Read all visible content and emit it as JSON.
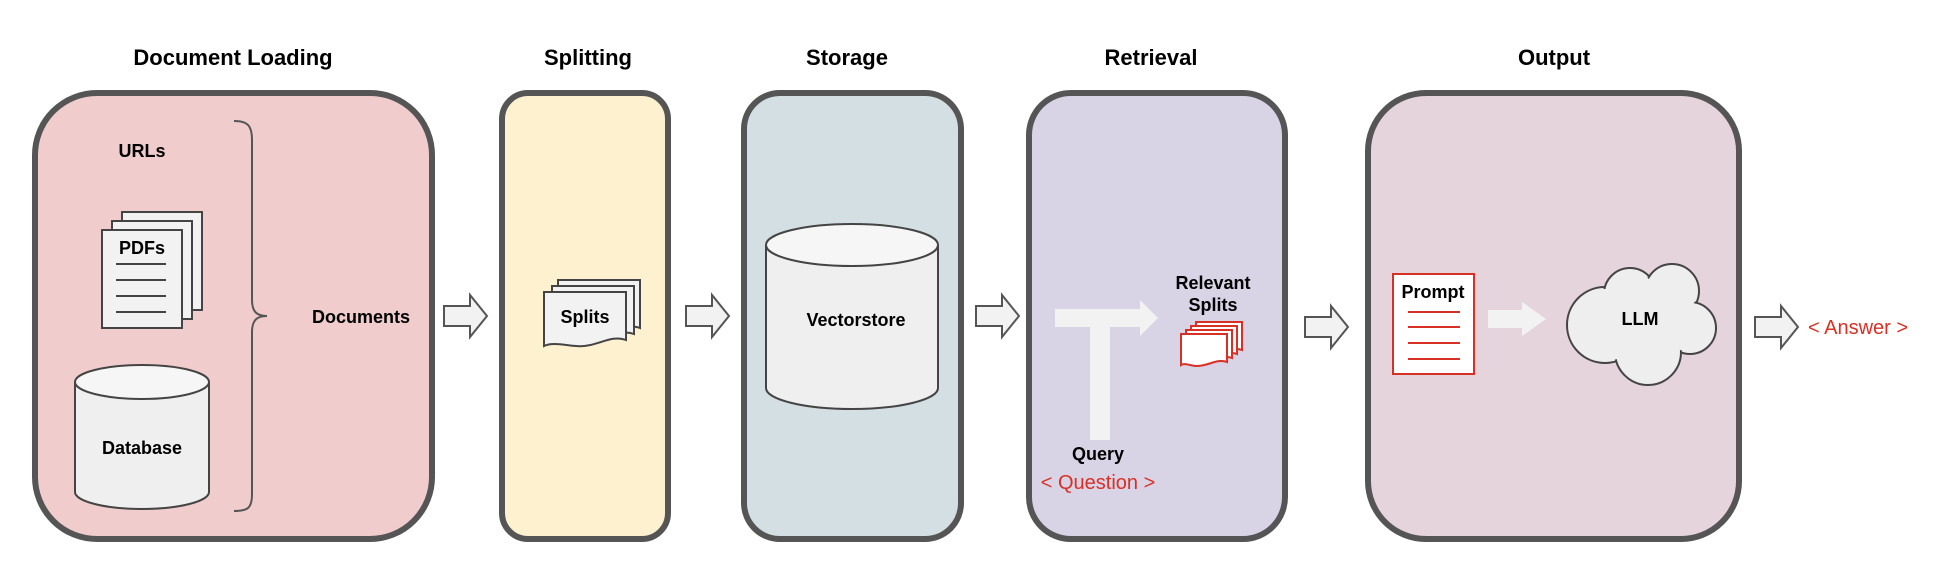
{
  "stages": {
    "loading": {
      "title": "Document Loading",
      "urls": "URLs",
      "pdfs": "PDFs",
      "database": "Database",
      "documents": "Documents"
    },
    "splitting": {
      "title": "Splitting",
      "splits": "Splits"
    },
    "storage": {
      "title": "Storage",
      "vectorstore": "Vectorstore"
    },
    "retrieval": {
      "title": "Retrieval",
      "relevant_line1": "Relevant",
      "relevant_line2": "Splits",
      "query": "Query",
      "question": "< Question >"
    },
    "output": {
      "title": "Output",
      "prompt": "Prompt",
      "llm": "LLM",
      "answer": "< Answer >"
    }
  },
  "colors": {
    "loading_bg": "#f0cccc",
    "splitting_bg": "#fdf1cf",
    "storage_bg": "#d4dfe3",
    "retrieval_bg": "#d9d3e6",
    "output_bg": "#e6d4dd",
    "accent_red": "#d93025",
    "outline": "#555555"
  }
}
